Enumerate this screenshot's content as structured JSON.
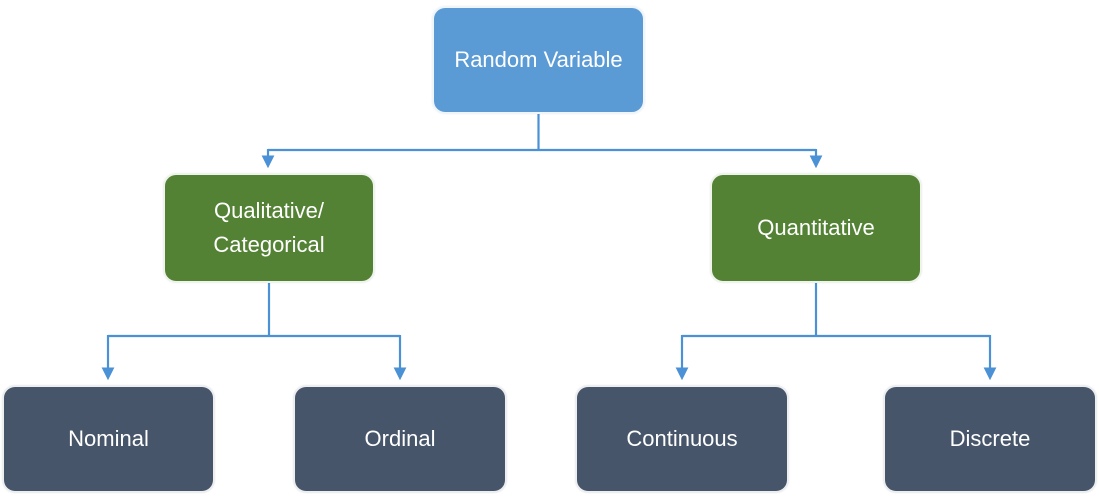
{
  "diagram": {
    "type": "tree",
    "background_color": "#ffffff",
    "connector_color": "#4A91D5",
    "nodes": {
      "root": {
        "label": "Random Variable",
        "fill": "#5B9BD5",
        "text_color": "#ffffff"
      },
      "qualitative": {
        "label": "Qualitative/\nCategorical",
        "fill": "#548235",
        "text_color": "#ffffff"
      },
      "quantitative": {
        "label": "Quantitative",
        "fill": "#548235",
        "text_color": "#ffffff"
      },
      "nominal": {
        "label": "Nominal",
        "fill": "#465569",
        "text_color": "#ffffff"
      },
      "ordinal": {
        "label": "Ordinal",
        "fill": "#465569",
        "text_color": "#ffffff"
      },
      "continuous": {
        "label": "Continuous",
        "fill": "#465569",
        "text_color": "#ffffff"
      },
      "discrete": {
        "label": "Discrete",
        "fill": "#465569",
        "text_color": "#ffffff"
      }
    },
    "edges": [
      {
        "from": "Random Variable",
        "to": "Qualitative/Categorical"
      },
      {
        "from": "Random Variable",
        "to": "Quantitative"
      },
      {
        "from": "Qualitative/Categorical",
        "to": "Nominal"
      },
      {
        "from": "Qualitative/Categorical",
        "to": "Ordinal"
      },
      {
        "from": "Quantitative",
        "to": "Continuous"
      },
      {
        "from": "Quantitative",
        "to": "Discrete"
      }
    ]
  }
}
